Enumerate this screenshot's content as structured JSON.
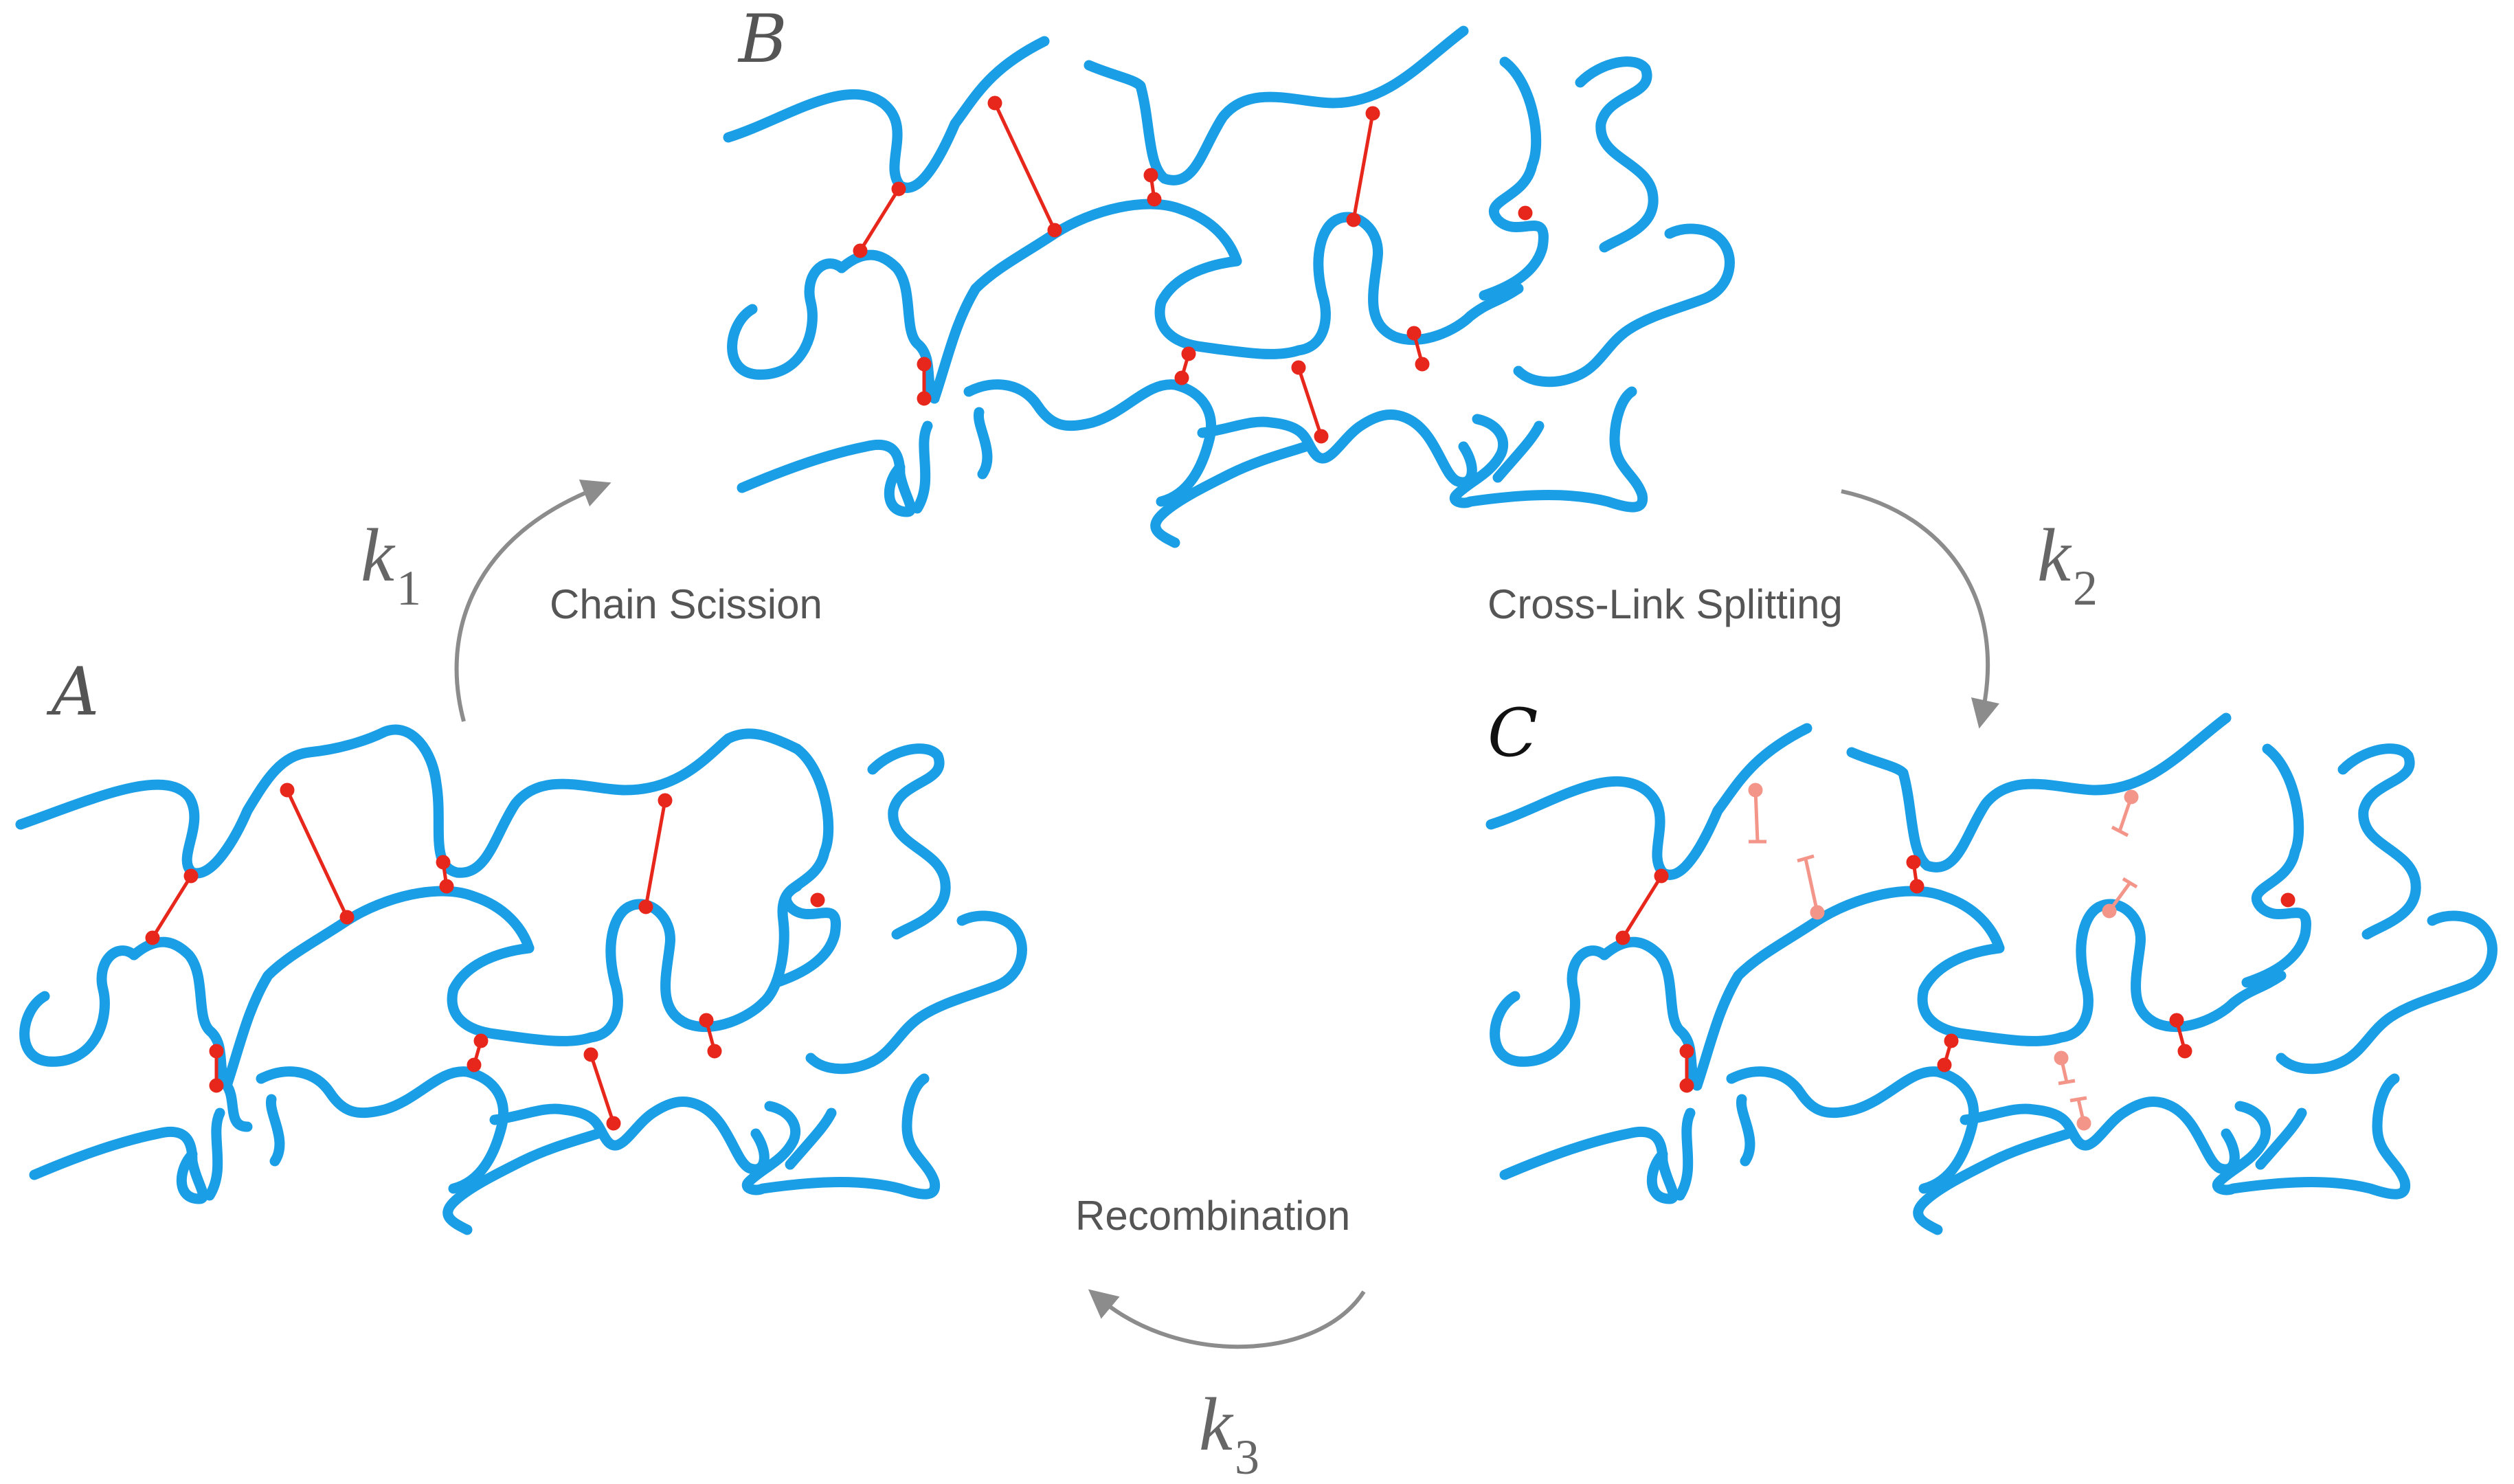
{
  "panels": {
    "a": {
      "label": "A"
    },
    "b": {
      "label": "B"
    },
    "c": {
      "label": "C"
    }
  },
  "processes": {
    "chain_scission": {
      "label": "Chain Scission",
      "rate": "k",
      "rate_sub": "1"
    },
    "cross_link_splitting": {
      "label": "Cross-Link Splitting",
      "rate": "k",
      "rate_sub": "2"
    },
    "recombination": {
      "label": "Recombination",
      "rate": "k",
      "rate_sub": "3"
    }
  },
  "colors": {
    "polymer_chain": "#1a9ee6",
    "cross_link": "#e8271c",
    "broken_cross_link": "#f4958a",
    "arrow": "#8c8c8c"
  }
}
